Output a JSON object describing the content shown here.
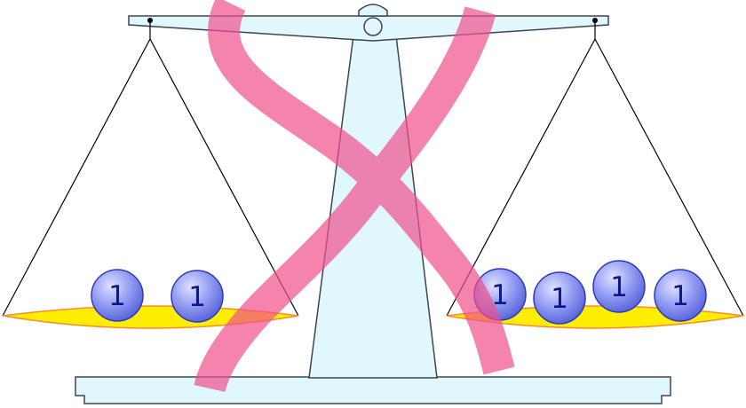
{
  "scale": {
    "colors": {
      "frame_fill": "#e1f7fe",
      "frame_stroke": "#3c4650",
      "pan_fill": "#ffee00",
      "pan_stroke": "#ff8a2b",
      "string": "#000000",
      "cross": "#f0508c"
    },
    "left_pan": {
      "weights": [
        {
          "label": "1"
        },
        {
          "label": "1"
        }
      ]
    },
    "right_pan": {
      "weights": [
        {
          "label": "1"
        },
        {
          "label": "1"
        },
        {
          "label": "1"
        },
        {
          "label": "1"
        }
      ]
    },
    "weight_colors": {
      "fill": "#7b86ee",
      "highlight": "#dfe2ff",
      "stroke": "#2d3ab8",
      "text": "#0a1a8c"
    }
  },
  "overlay": {
    "icon": "cross-mark-icon",
    "meaning": "incorrect"
  }
}
